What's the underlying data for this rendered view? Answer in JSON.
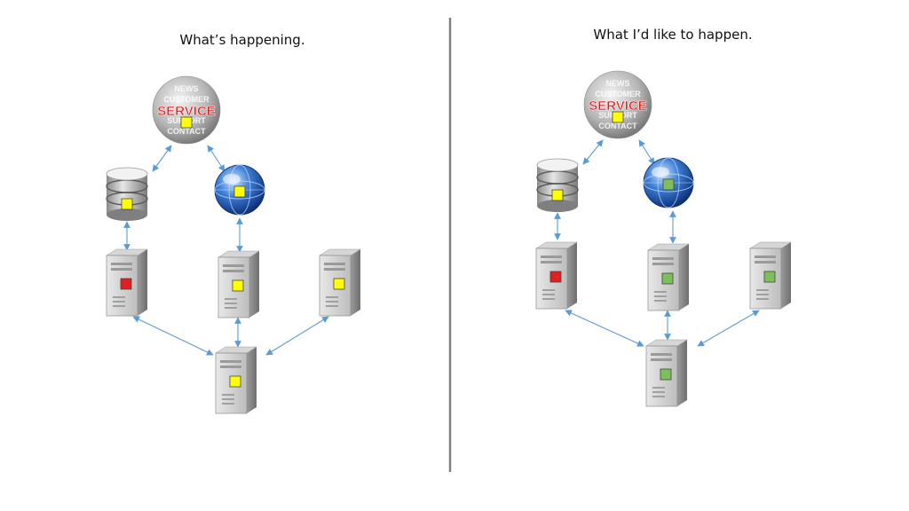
{
  "colors": {
    "status_ok": "#7dbf5a",
    "status_warning": "#ffff00",
    "status_error": "#e02020",
    "connector": "#5b9bd5",
    "service_text": "#e21b1b",
    "divider": "#808080"
  },
  "icons": {
    "service": "service-sphere-icon",
    "database": "database-cylinder-icon",
    "network": "internet-globe-icon",
    "server": "server-tower-icon"
  },
  "service_globe_text": {
    "main": "SERVICE",
    "words": [
      "NEWS",
      "CUSTOMER",
      "SUPPORT",
      "CONTACT"
    ]
  },
  "panels": [
    {
      "title": "What’s happening.",
      "nodes": {
        "service": "warning",
        "database": "warning",
        "network": "warning",
        "server_a": "error",
        "server_b": "warning",
        "server_c": "warning",
        "server_d": "warning"
      }
    },
    {
      "title": "What I’d like to happen.",
      "nodes": {
        "service": "warning",
        "database": "warning",
        "network": "ok",
        "server_a": "error",
        "server_b": "ok",
        "server_c": "ok",
        "server_d": "ok"
      }
    }
  ]
}
